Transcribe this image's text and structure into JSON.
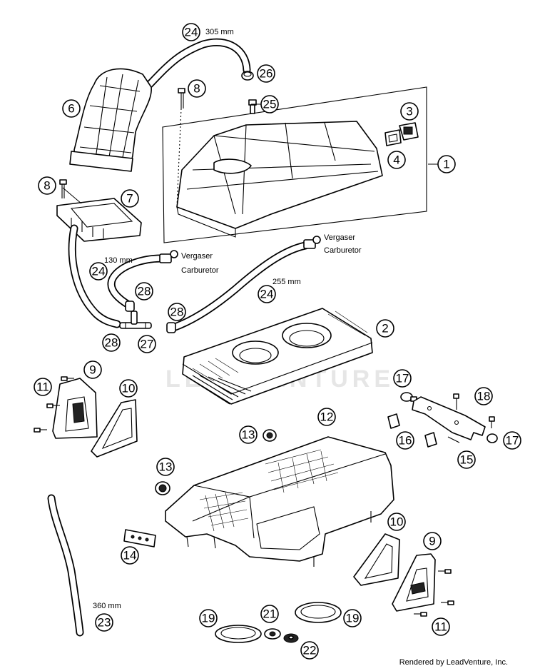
{
  "watermark": "LEADVENTURE",
  "footer": "Rendered by LeadVenture, Inc.",
  "callouts": [
    {
      "id": "c24a",
      "n": "24"
    },
    {
      "id": "c26",
      "n": "26"
    },
    {
      "id": "c8a",
      "n": "8"
    },
    {
      "id": "c25",
      "n": "25"
    },
    {
      "id": "c6",
      "n": "6"
    },
    {
      "id": "c3",
      "n": "3"
    },
    {
      "id": "c4",
      "n": "4"
    },
    {
      "id": "c1",
      "n": "1"
    },
    {
      "id": "c8b",
      "n": "8"
    },
    {
      "id": "c7",
      "n": "7"
    },
    {
      "id": "c24b",
      "n": "24"
    },
    {
      "id": "c28a",
      "n": "28"
    },
    {
      "id": "c24c",
      "n": "24"
    },
    {
      "id": "c28b",
      "n": "28"
    },
    {
      "id": "c28c",
      "n": "28"
    },
    {
      "id": "c27",
      "n": "27"
    },
    {
      "id": "c2",
      "n": "2"
    },
    {
      "id": "c11a",
      "n": "11"
    },
    {
      "id": "c9a",
      "n": "9"
    },
    {
      "id": "c10a",
      "n": "10"
    },
    {
      "id": "c17a",
      "n": "17"
    },
    {
      "id": "c18",
      "n": "18"
    },
    {
      "id": "c12",
      "n": "12"
    },
    {
      "id": "c13a",
      "n": "13"
    },
    {
      "id": "c16",
      "n": "16"
    },
    {
      "id": "c17b",
      "n": "17"
    },
    {
      "id": "c15",
      "n": "15"
    },
    {
      "id": "c13b",
      "n": "13"
    },
    {
      "id": "c14",
      "n": "14"
    },
    {
      "id": "c10b",
      "n": "10"
    },
    {
      "id": "c9b",
      "n": "9"
    },
    {
      "id": "c23",
      "n": "23"
    },
    {
      "id": "c19a",
      "n": "19"
    },
    {
      "id": "c21",
      "n": "21"
    },
    {
      "id": "c19b",
      "n": "19"
    },
    {
      "id": "c11b",
      "n": "11"
    },
    {
      "id": "c22",
      "n": "22"
    }
  ],
  "labels": {
    "len305": "305 mm",
    "len130": "130 mm",
    "len255": "255 mm",
    "len360": "360 mm",
    "vergaser1": "Vergaser",
    "carburetor1": "Carburetor",
    "vergaser2": "Vergaser",
    "carburetor2": "Carburetor"
  }
}
